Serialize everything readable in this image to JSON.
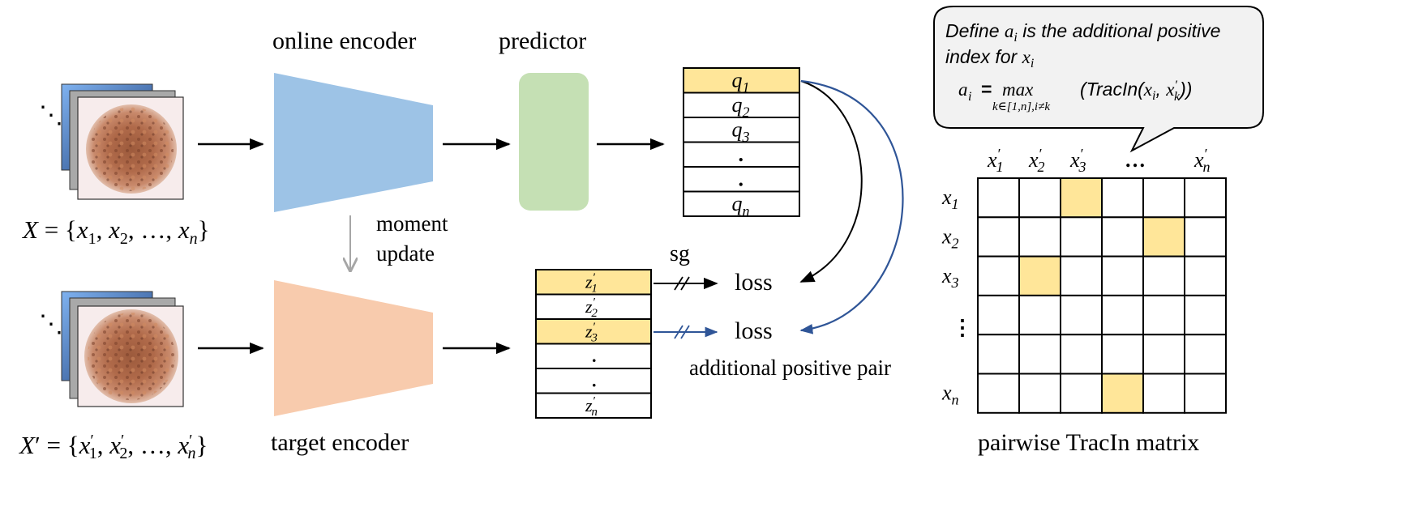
{
  "labels": {
    "online_encoder": "online encoder",
    "predictor": "predictor",
    "target_encoder": "target encoder",
    "moment_update": [
      "moment",
      "update"
    ],
    "sg": "sg",
    "loss_1": "loss",
    "loss_2": "loss",
    "additional_positive_pair": "additional positive pair",
    "pairwise_matrix_title": "pairwise TracIn matrix"
  },
  "input_sets": {
    "x": {
      "name": "X",
      "subscripts": [
        "1",
        "2",
        "n"
      ],
      "ellipsis": "…",
      "prime": false
    },
    "x_prime": {
      "name": "X",
      "subscripts": [
        "1",
        "2",
        "n"
      ],
      "ellipsis": "…",
      "prime": true
    }
  },
  "q_column": {
    "letter": "q",
    "rows": [
      {
        "sub": "1",
        "highlight": true
      },
      {
        "sub": "2",
        "highlight": false
      },
      {
        "sub": "3",
        "highlight": false
      },
      {
        "sub": "",
        "dot": true,
        "highlight": false
      },
      {
        "sub": "",
        "dot": true,
        "highlight": false
      },
      {
        "sub": "n",
        "highlight": false
      }
    ]
  },
  "z_column": {
    "letter": "z",
    "rows": [
      {
        "sub": "1",
        "highlight": true
      },
      {
        "sub": "2",
        "highlight": false
      },
      {
        "sub": "3",
        "highlight": true
      },
      {
        "sub": "",
        "dot": true,
        "highlight": false
      },
      {
        "sub": "",
        "dot": true,
        "highlight": false
      },
      {
        "sub": "n",
        "highlight": false
      }
    ]
  },
  "callout": {
    "line1": [
      "Define ",
      "a",
      "i",
      " is the additional positive"
    ],
    "line2": [
      "index for ",
      "x",
      "i"
    ],
    "formula": {
      "lhs": "a",
      "lhs_sub": "i",
      "eq": "=",
      "op": "max",
      "op_sub": "k∈[1,n],i≠k",
      "fn": "(TracIn(",
      "x": "x",
      "x_sub": "i",
      "sep": ", ",
      "xk": "x",
      "xk_sub": "k",
      "close": "))"
    }
  },
  "matrix": {
    "column_headers": [
      {
        "label": "x",
        "sub": "1",
        "prime": true
      },
      {
        "label": "x",
        "sub": "2",
        "prime": true
      },
      {
        "label": "x",
        "sub": "3",
        "prime": true
      },
      {
        "label": "…",
        "sub": "",
        "prime": false
      },
      {
        "label": "",
        "sub": "",
        "prime": false
      },
      {
        "label": "x",
        "sub": "n",
        "prime": true
      }
    ],
    "row_headers": [
      {
        "label": "x",
        "sub": "1"
      },
      {
        "label": "x",
        "sub": "2"
      },
      {
        "label": "x",
        "sub": "3"
      },
      {
        "label": "⋮",
        "sub": ""
      },
      {
        "label": "",
        "sub": ""
      },
      {
        "label": "x",
        "sub": "n"
      }
    ],
    "rows": 6,
    "cols": 6,
    "highlight_cells": [
      [
        0,
        2
      ],
      [
        1,
        4
      ],
      [
        2,
        1
      ],
      [
        5,
        3
      ]
    ]
  },
  "colors": {
    "online_encoder": "#9dc3e6",
    "target_encoder": "#f8cbad",
    "predictor": "#c5e0b4",
    "highlight": "#ffe699",
    "black_arrow": "#000000",
    "blue_arrow": "#2f5597",
    "gray_arrow": "#a6a6a6",
    "callout_fill": "#f2f2f2"
  }
}
